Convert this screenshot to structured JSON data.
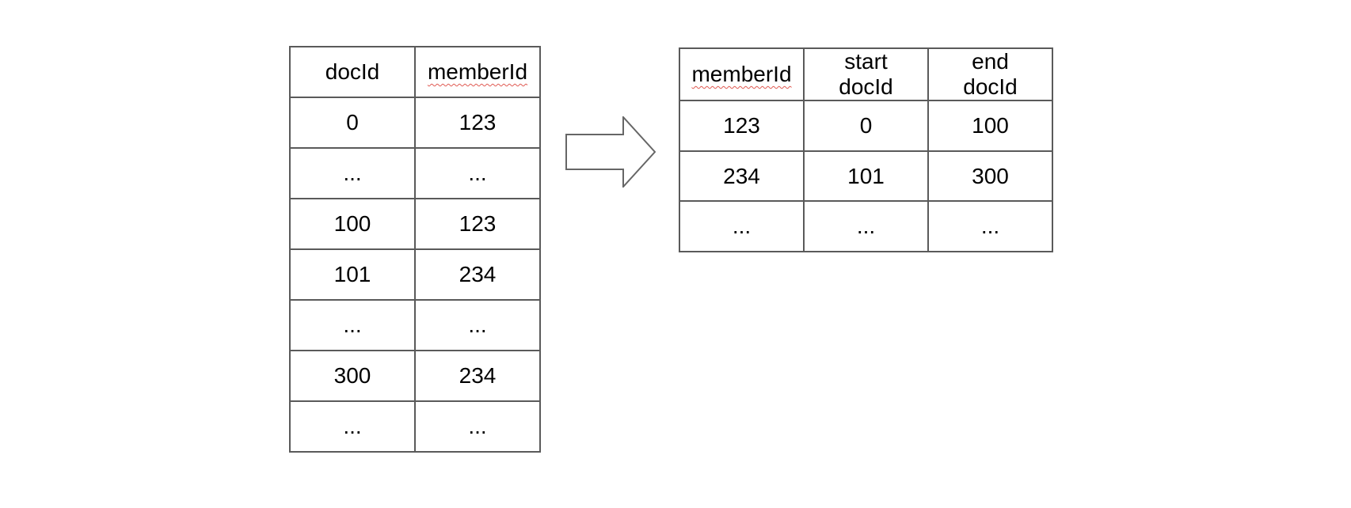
{
  "left_table": {
    "headers": [
      "docId",
      "memberId"
    ],
    "rows": [
      [
        "0",
        "123"
      ],
      [
        "...",
        "..."
      ],
      [
        "100",
        "123"
      ],
      [
        "101",
        "234"
      ],
      [
        "...",
        "..."
      ],
      [
        "300",
        "234"
      ],
      [
        "...",
        "..."
      ]
    ]
  },
  "right_table": {
    "headers": [
      "memberId",
      "start\ndocId",
      "end\ndocId"
    ],
    "rows": [
      [
        "123",
        "0",
        "100"
      ],
      [
        "234",
        "101",
        "300"
      ],
      [
        "...",
        "...",
        "..."
      ]
    ]
  },
  "arrow": {
    "name": "right-block-arrow",
    "direction": "right"
  },
  "colors": {
    "border": "#5a5a5a",
    "arrow_stroke": "#666666",
    "squiggle": "#e05a52",
    "text": "#000000",
    "background": "#ffffff"
  }
}
